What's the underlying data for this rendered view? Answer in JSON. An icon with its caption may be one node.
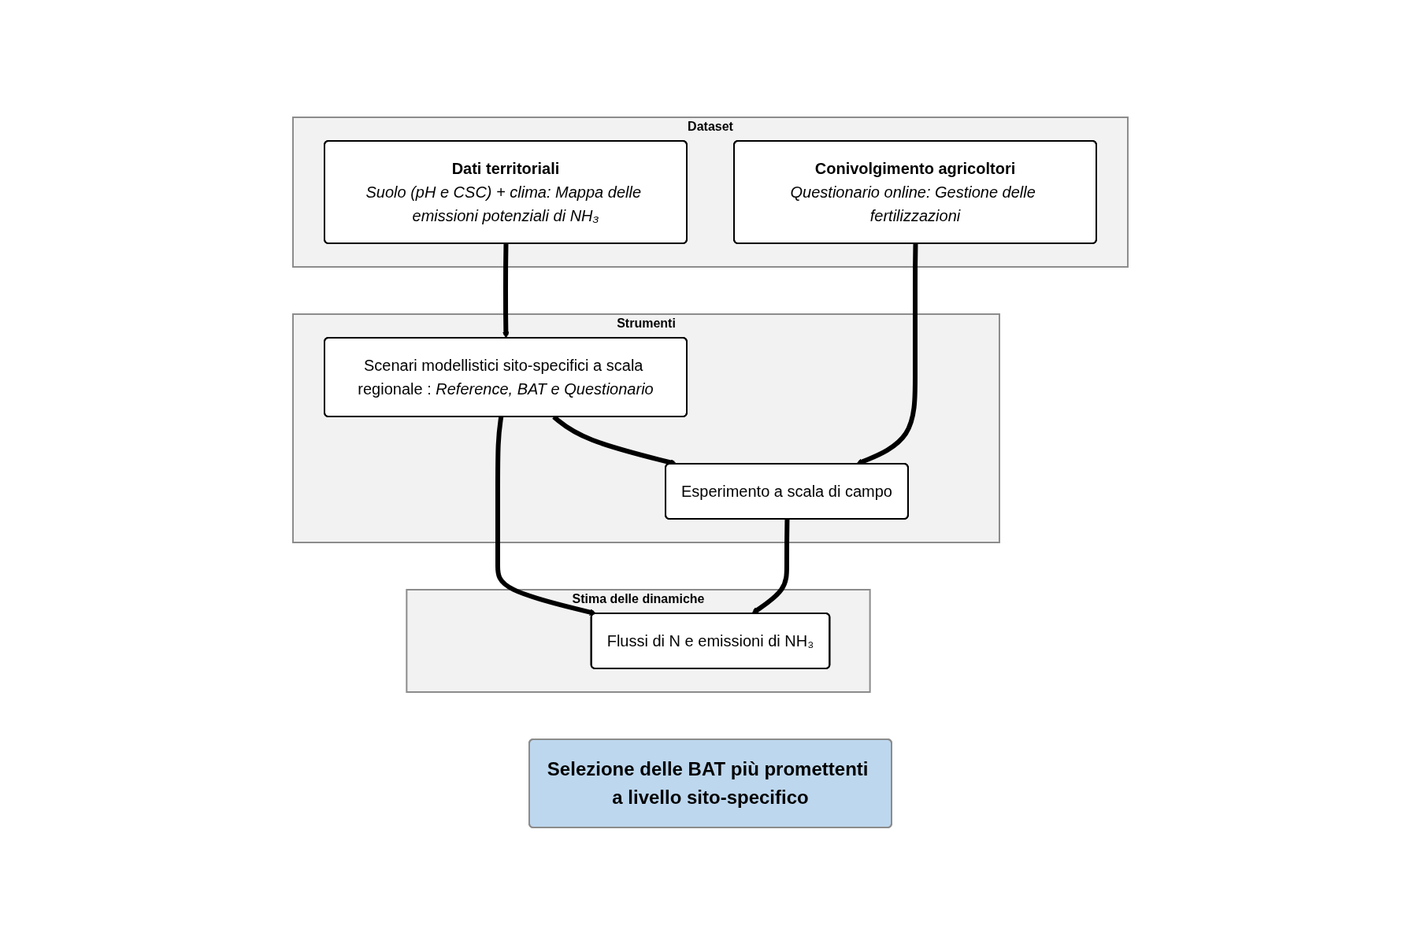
{
  "diagram": {
    "nodes": [
      {
        "text": [
          "Dataset"
        ]
      },
      {
        "text": [
          "Dati territoriali",
          "Suolo (pH e CSC) + clima: Mappa delle emissioni potenziali di NH₃"
        ],
        "in": 0
      },
      {
        "text": [
          "Conivolgimento agricoltori",
          "Questionario online: Gestione delle fertilizzazioni"
        ],
        "in": 0
      },
      {
        "text": [
          "Strumenti"
        ]
      },
      {
        "text": [
          "Scenari modellistici sito-specifici a scala regionale : *Reference, BAT e Questionario*"
        ],
        "in": 3
      },
      {
        "text": [
          "Esperimento a scala di campo"
        ],
        "in": 3
      },
      {
        "text": [
          "Stima delle dinamiche"
        ]
      },
      {
        "text": [
          "Flussi di N e emissioni di NH₃"
        ],
        "in": 6
      },
      {
        "text": [
          "Selezione delle BAT più promettenti a livello sito-specifico"
        ]
      }
    ],
    "edges": [
      {
        "from": 1,
        "to": 4,
        "arrow": "to"
      },
      {
        "from": 2,
        "to": 5,
        "arrow": "to"
      },
      {
        "from": 4,
        "to": 5,
        "arrow": "to"
      },
      {
        "from": 4,
        "to": 7,
        "arrow": "to"
      },
      {
        "from": 5,
        "to": 7,
        "arrow": "to"
      }
    ]
  }
}
